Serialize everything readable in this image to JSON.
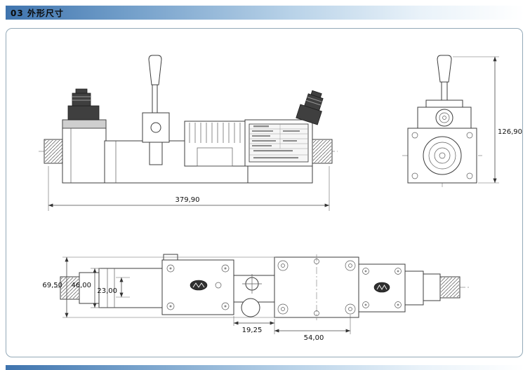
{
  "page": {
    "section_header": "03 外形尺寸"
  },
  "drawing": {
    "dimensions": {
      "front_overall_width": "379,90",
      "side_overall_height": "126,90",
      "plan_overall_height": "69,50",
      "plan_body_height": "46,00",
      "plan_port_height": "23,00",
      "plan_port_offset": "19,25",
      "plan_port_spacing": "54,00"
    }
  }
}
